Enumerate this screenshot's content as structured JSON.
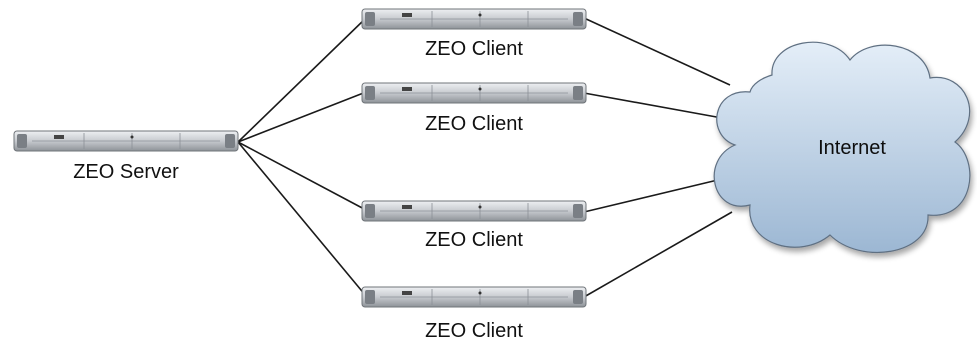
{
  "server": {
    "label": "ZEO Server"
  },
  "clients": [
    {
      "label": "ZEO Client"
    },
    {
      "label": "ZEO Client"
    },
    {
      "label": "ZEO Client"
    },
    {
      "label": "ZEO Client"
    }
  ],
  "cloud": {
    "label": "Internet"
  },
  "colors": {
    "line": "#1a1a1a",
    "rack_body": "#c9ccd0",
    "rack_edge": "#6f7479",
    "cloud_fill_top": "#e4eef8",
    "cloud_fill_bottom": "#9cb7d3",
    "cloud_stroke": "#5f6f82"
  }
}
